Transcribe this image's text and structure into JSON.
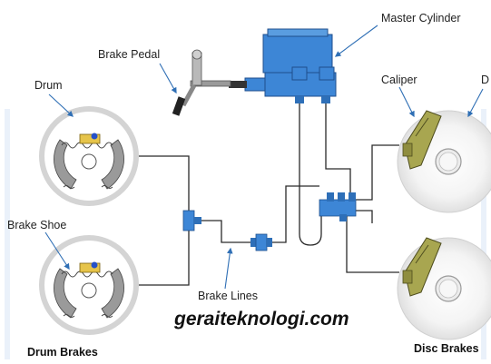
{
  "labels": {
    "master_cylinder": "Master Cylinder",
    "brake_pedal": "Brake Pedal",
    "drum": "Drum",
    "caliper": "Caliper",
    "disc": "D",
    "brake_shoe": "Brake Shoe",
    "brake_lines": "Brake Lines",
    "drum_brakes": "Drum Brakes",
    "disc_brakes": "Disc Brakes"
  },
  "watermark": "geraiteknologi.com",
  "colors": {
    "reservoir": "#3d86d6",
    "caliper": "#a8a650",
    "shoe": "#8a8a8a",
    "line": "#2a2a2a",
    "arrow": "#2f6fb5",
    "disc_edge": "#d8d8d8"
  }
}
